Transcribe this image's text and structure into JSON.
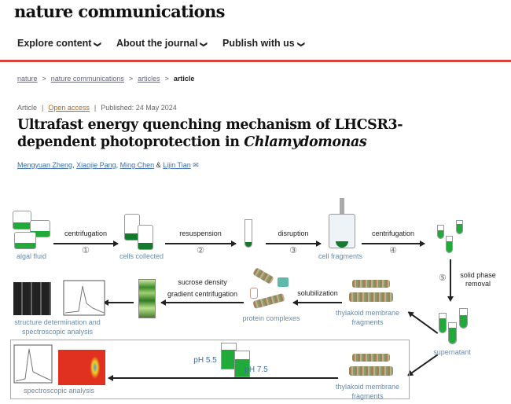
{
  "header": {
    "brand": "nature communications",
    "nav": [
      {
        "label": "Explore content"
      },
      {
        "label": "About the journal"
      },
      {
        "label": "Publish with us"
      }
    ]
  },
  "breadcrumb": [
    "nature",
    "nature communications",
    "articles",
    "article"
  ],
  "meta": {
    "type": "Article",
    "access": "Open access",
    "published": "Published: 24 May 2024"
  },
  "title": {
    "main": "Ultrafast energy quenching mechanism of LHCSR3-dependent photoprotection in ",
    "italic": "Chlamydomonas"
  },
  "authors": [
    "Mengyuan Zheng",
    "Xiaojie Pang",
    "Ming Chen",
    "Lijin Tian"
  ],
  "authors_sep": {
    "comma": ", ",
    "amp": " & "
  },
  "figure": {
    "steps": {
      "s1": "centrifugation",
      "n1": "①",
      "s2": "resuspension",
      "n2": "②",
      "s3": "disruption",
      "n3": "③",
      "s4": "centrifugation",
      "n4": "④",
      "n5": "⑤",
      "s5a": "solid phase",
      "s5b": "removal",
      "solub": "solubilization",
      "sucrose1": "sucrose density",
      "sucrose2": "gradient centrifugation"
    },
    "labels": {
      "algal": "algal fluid",
      "cells": "cells collected",
      "frag": "cell fragments",
      "super": "supernatant",
      "thyl1a": "thylakoid membrane",
      "thyl1b": "fragments",
      "protein": "protein complexes",
      "struct1": "structure determination and",
      "struct2": "spectroscopic analysis",
      "thyl2a": "thylakoid membrane",
      "thyl2b": "fragments",
      "spec": "spectroscopic analysis",
      "ph55": "pH 5.5",
      "ph75": "pH 7.5"
    },
    "colors": {
      "green": "#1faa3a",
      "accent": "#d9443a"
    }
  }
}
